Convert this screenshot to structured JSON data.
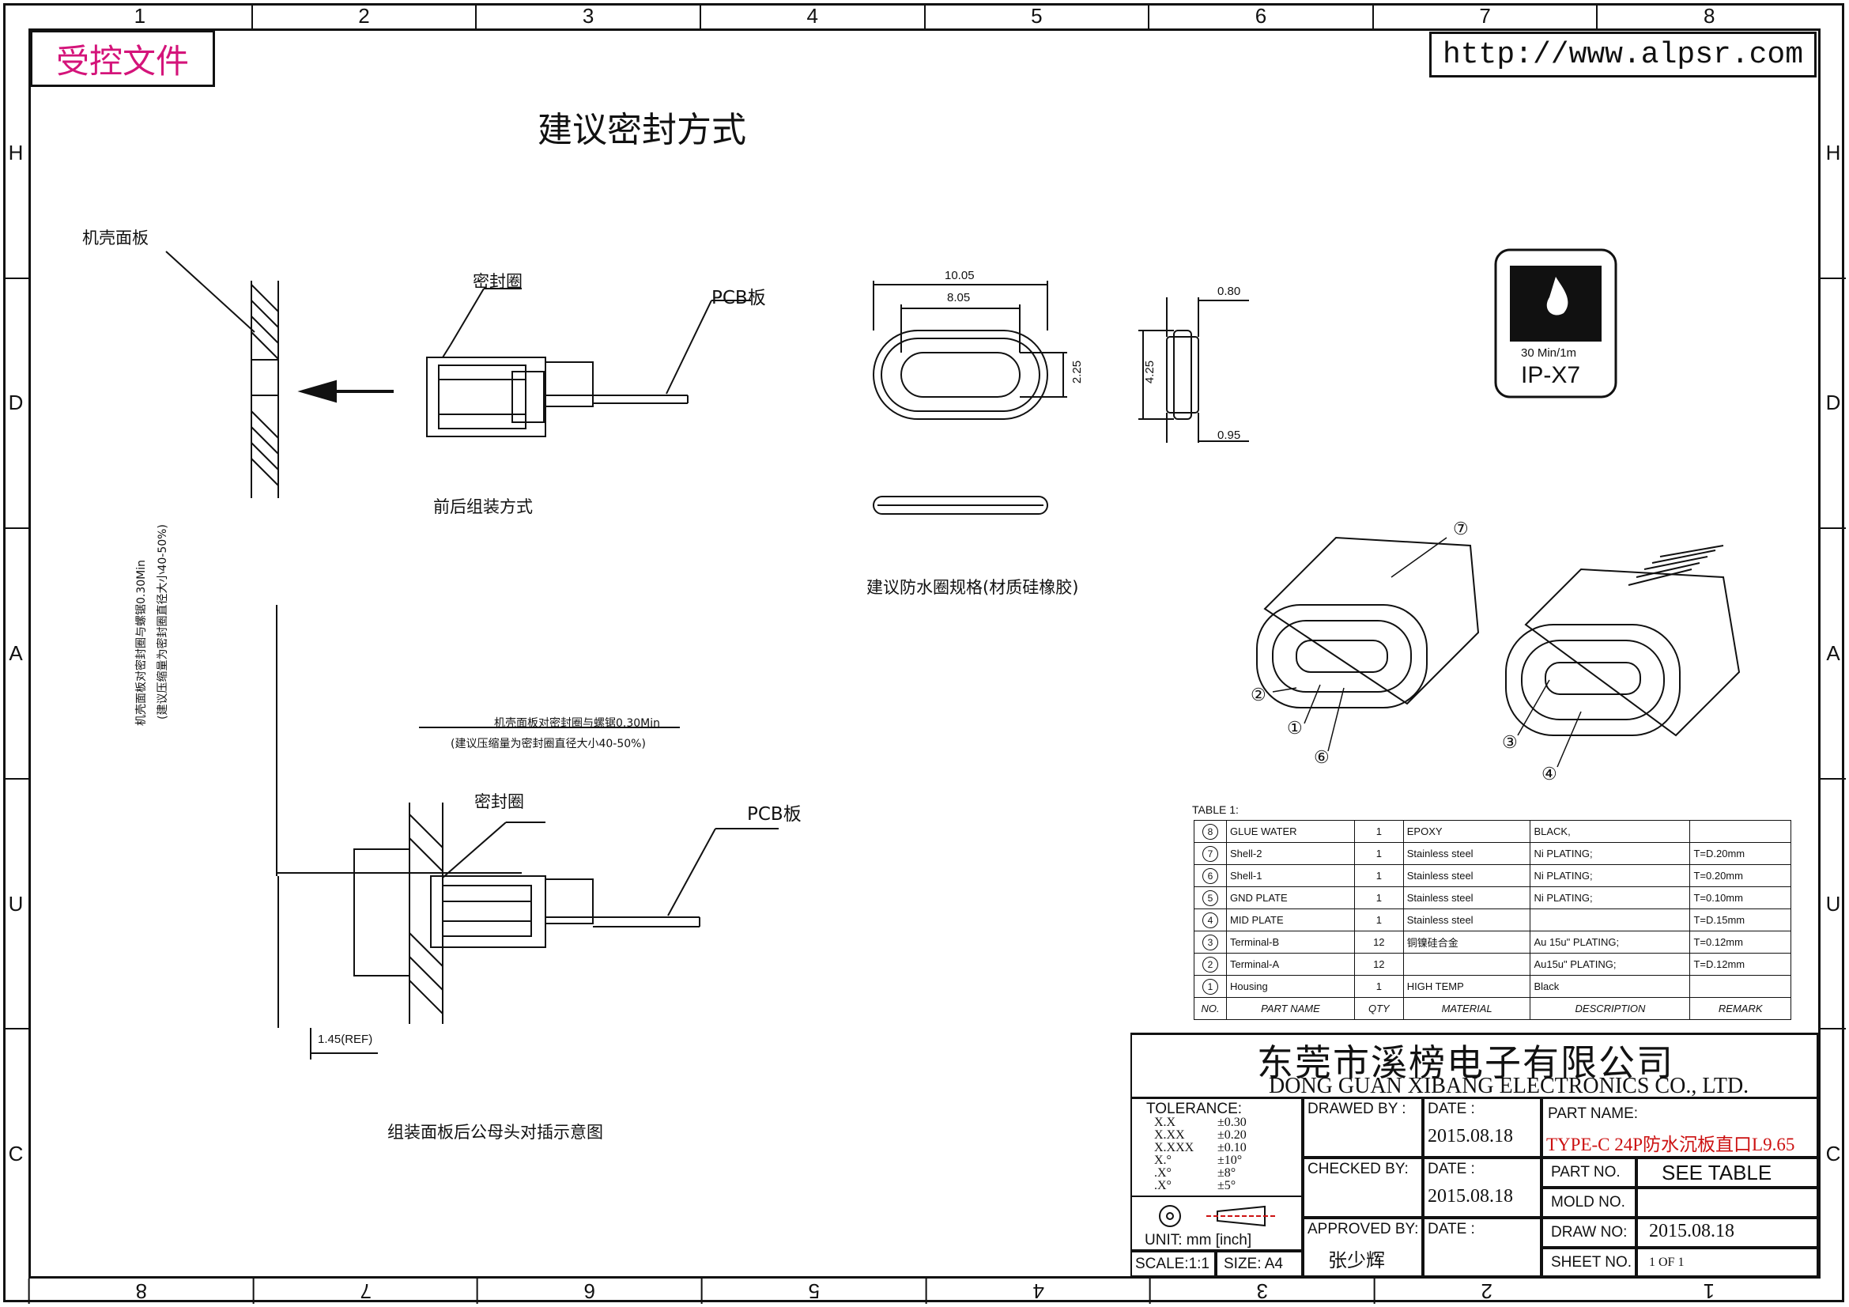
{
  "zones": {
    "top": [
      "1",
      "2",
      "3",
      "4",
      "5",
      "6",
      "7",
      "8"
    ],
    "bottom": [
      "8",
      "7",
      "6",
      "5",
      "4",
      "3",
      "2",
      "1"
    ],
    "left": [
      "H",
      "D",
      "A",
      "U",
      "C"
    ],
    "right": [
      "H",
      "D",
      "A",
      "U",
      "C"
    ]
  },
  "header": {
    "controlled_label": "受控文件",
    "url": "http://www.alpsr.com"
  },
  "main_title": "建议密封方式",
  "views": {
    "panel_label": "机壳面板",
    "seal_label": "密封圈",
    "pcb_label": "PCB板",
    "assembly_caption": "前后组装方式",
    "gasket_caption": "建议防水圈规格(材质硅橡胶)",
    "bottom_caption": "组装面板后公母头对插示意图",
    "seal_label_2": "密封圈",
    "pcb_label_2": "PCB板",
    "gap_note_1": "机壳面板对密封圈与螺锯0.30Min",
    "gap_note_2": "(建议压缩量为密封圈直径大小40-50%)",
    "vgap_note_1": "机壳面板对密封圈与螺锯0.30Min",
    "vgap_note_2": "(建议压缩量为密封圈直径大小40-50%)",
    "ref_dim": "1.45(REF)"
  },
  "dimensions": {
    "outer_width": "10.05",
    "inner_width": "8.05",
    "inner_height": "2.25",
    "outer_height": "4.25",
    "thick_top": "0.80",
    "thick_bottom": "0.95"
  },
  "ip_badge": {
    "duration": "30 Min/1m",
    "rating": "IP-X7"
  },
  "callouts": [
    "①",
    "②",
    "③",
    "④",
    "⑥",
    "⑦"
  ],
  "parts_table": {
    "caption": "TABLE 1:",
    "headers": [
      "NO.",
      "PART NAME",
      "QTY",
      "MATERIAL",
      "DESCRIPTION",
      "REMARK"
    ],
    "rows": [
      {
        "no": "8",
        "name": "GLUE WATER",
        "qty": "1",
        "material": "EPOXY",
        "desc": "BLACK,",
        "remark": ""
      },
      {
        "no": "7",
        "name": "Shell-2",
        "qty": "1",
        "material": "Stainless steel",
        "desc": "Ni PLATING;",
        "remark": "T=D.20mm"
      },
      {
        "no": "6",
        "name": "Shell-1",
        "qty": "1",
        "material": "Stainless steel",
        "desc": "Ni PLATING;",
        "remark": "T=0.20mm"
      },
      {
        "no": "5",
        "name": "GND PLATE",
        "qty": "1",
        "material": "Stainless steel",
        "desc": "Ni PLATING;",
        "remark": "T=0.10mm"
      },
      {
        "no": "4",
        "name": "MID PLATE",
        "qty": "1",
        "material": "Stainless steel",
        "desc": "",
        "remark": "T=D.15mm"
      },
      {
        "no": "3",
        "name": "Terminal-B",
        "qty": "12",
        "material": "铜镍硅合金",
        "desc": "Au 15u\" PLATING;",
        "remark": "T=0.12mm"
      },
      {
        "no": "2",
        "name": "Terminal-A",
        "qty": "12",
        "material": "",
        "desc": "Au15u\" PLATING;",
        "remark": "T=D.12mm"
      },
      {
        "no": "1",
        "name": "Housing",
        "qty": "1",
        "material": "HIGH TEMP",
        "desc": "Black",
        "remark": ""
      }
    ]
  },
  "title_block": {
    "company_cn": "东莞市溪榜电子有限公司",
    "company_en": "DONG GUAN XIBANG ELECTRONICS CO., LTD.",
    "tolerance_label": "TOLERANCE:",
    "tolerances": [
      {
        "k": "X.X",
        "v": "±0.30"
      },
      {
        "k": "X.XX",
        "v": "±0.20"
      },
      {
        "k": "X.XXX",
        "v": "±0.10"
      },
      {
        "k": "X.°",
        "v": "±10°"
      },
      {
        "k": ".X°",
        "v": "±8°"
      },
      {
        "k": ".X°",
        "v": "±5°"
      }
    ],
    "unit": "UNIT:  mm  [inch]",
    "scale": "SCALE:1:1",
    "size": "SIZE:  A4",
    "drawed_by": "DRAWED BY :",
    "checked_by": "CHECKED BY:",
    "approved_by": "APPROVED BY:",
    "approver_name": "张少辉",
    "date_label": "DATE :",
    "date1": "2015.08.18",
    "date2": "2015.08.18",
    "part_name_label": "PART NAME:",
    "part_name": "TYPE-C 24P防水沉板直口L9.65",
    "part_no_label": "PART NO.",
    "part_no": "SEE TABLE",
    "mold_no_label": "MOLD NO.",
    "draw_no_label": "DRAW NO:",
    "draw_no": "2015.08.18",
    "sheet_label": "SHEET NO.",
    "sheet": "1 OF 1"
  },
  "colors": {
    "controlled": "#d4147a",
    "part_name": "#cc1111",
    "line": "#111111"
  }
}
